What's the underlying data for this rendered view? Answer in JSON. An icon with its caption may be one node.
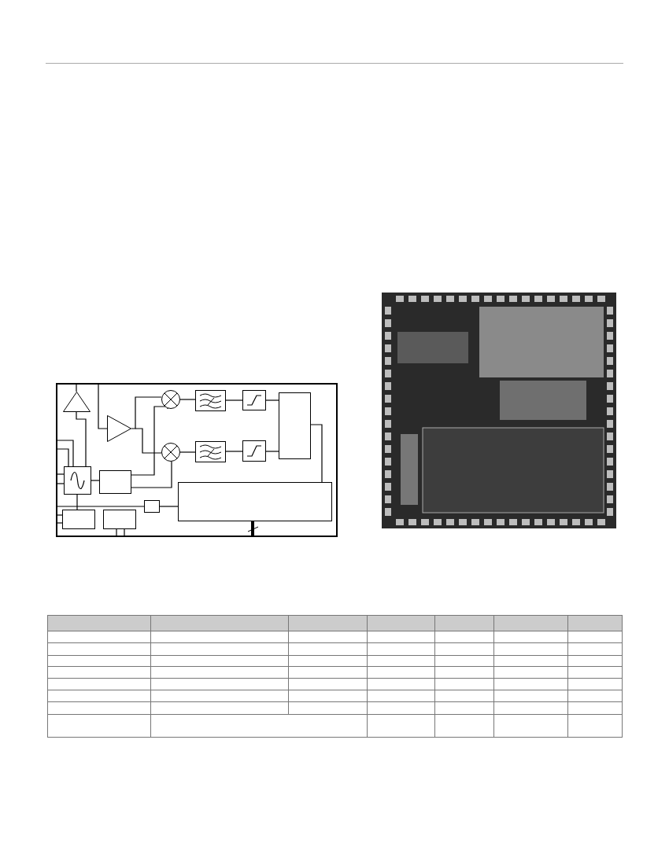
{
  "diagram": {
    "nodes": [
      {
        "text": [],
        "shape": "box"
      },
      {
        "text": [],
        "shape": "triangle",
        "in": 0
      },
      {
        "text": [],
        "shape": "triangle",
        "in": 0
      },
      {
        "text": [],
        "shape": "circle",
        "in": 0
      },
      {
        "text": [],
        "shape": "box",
        "in": 0
      },
      {
        "text": [],
        "shape": "box",
        "in": 0
      },
      {
        "text": [],
        "shape": "circle",
        "in": 0
      },
      {
        "text": [],
        "shape": "box",
        "in": 0
      },
      {
        "text": [],
        "shape": "box",
        "in": 0
      },
      {
        "text": [],
        "shape": "box",
        "in": 0
      },
      {
        "text": [],
        "shape": "box",
        "in": 0
      },
      {
        "text": [],
        "shape": "box",
        "in": 0
      },
      {
        "text": [],
        "shape": "box",
        "in": 0
      },
      {
        "text": [],
        "shape": "box",
        "in": 0
      },
      {
        "text": [],
        "shape": "box",
        "in": 0
      },
      {
        "text": [],
        "shape": "box",
        "in": 0
      }
    ],
    "edges": [
      {
        "from": 10,
        "to": 1,
        "arrow": "none"
      },
      {
        "from": null,
        "to": 1,
        "arrow": "none"
      },
      {
        "from": null,
        "to": 2,
        "arrow": "none"
      },
      {
        "from": 2,
        "to": 3,
        "arrow": "none"
      },
      {
        "from": 2,
        "to": 6,
        "arrow": "none"
      },
      {
        "from": 11,
        "to": 3,
        "arrow": "none"
      },
      {
        "from": 11,
        "to": 6,
        "arrow": "none"
      },
      {
        "from": 3,
        "to": 4,
        "arrow": "none"
      },
      {
        "from": 4,
        "to": 5,
        "arrow": "none"
      },
      {
        "from": 5,
        "to": 9,
        "arrow": "none"
      },
      {
        "from": 6,
        "to": 7,
        "arrow": "none"
      },
      {
        "from": 7,
        "to": 8,
        "arrow": "none"
      },
      {
        "from": 8,
        "to": 9,
        "arrow": "none"
      },
      {
        "from": 9,
        "to": 13,
        "arrow": "none"
      },
      {
        "from": 10,
        "to": 11,
        "arrow": "none"
      },
      {
        "from": null,
        "to": 12,
        "arrow": "none"
      },
      {
        "from": 12,
        "to": 13,
        "arrow": "none"
      },
      {
        "from": 10,
        "to": 14,
        "arrow": "none"
      },
      {
        "from": null,
        "to": 10,
        "arrow": "none"
      },
      {
        "from": null,
        "to": 10,
        "arrow": "none"
      },
      {
        "from": null,
        "to": 10,
        "arrow": "none"
      },
      {
        "from": null,
        "to": 10,
        "arrow": "none"
      },
      {
        "from": null,
        "to": 14,
        "arrow": "none"
      },
      {
        "from": null,
        "to": 14,
        "arrow": "none"
      },
      {
        "from": 15,
        "to": null,
        "arrow": "none"
      },
      {
        "from": 15,
        "to": null,
        "arrow": "none"
      },
      {
        "from": 13,
        "to": null,
        "arrow": "none",
        "style": "thick"
      }
    ]
  }
}
